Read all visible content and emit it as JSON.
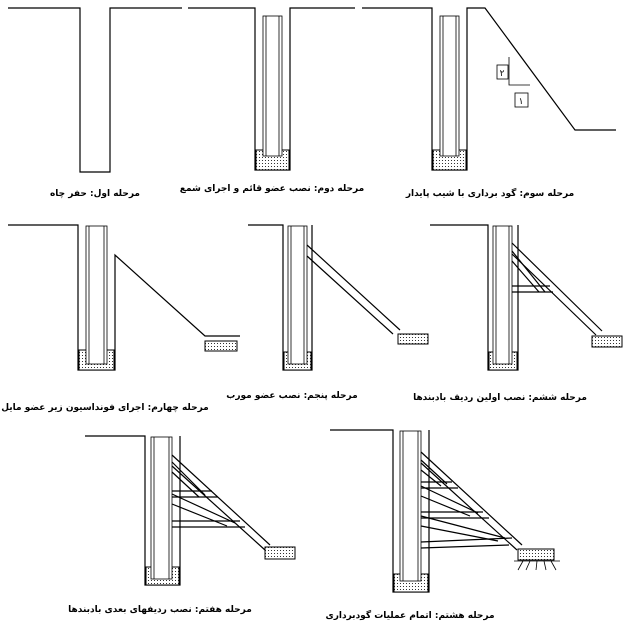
{
  "stages": [
    {
      "caption": "مرحله اول: حفر چاه"
    },
    {
      "caption": "مرحله دوم: نصب عضو قائم و اجرای شمع"
    },
    {
      "caption": "مرحله سوم: گود برداری با شیب پایدار",
      "slope_labels": [
        "۲",
        "۱"
      ]
    },
    {
      "caption": "مرحله چهارم: اجرای فونداسیون زیر عضو مایل"
    },
    {
      "caption": "مرحله پنجم: نصب عضو مورب"
    },
    {
      "caption": "مرحله ششم: نصب اولین ردیف بادبندها"
    },
    {
      "caption": "مرحله هفتم: نصب ردیفهای بعدی بادبندها"
    },
    {
      "caption": "مرحله هشتم: اتمام عملیات گودبرداری"
    }
  ]
}
